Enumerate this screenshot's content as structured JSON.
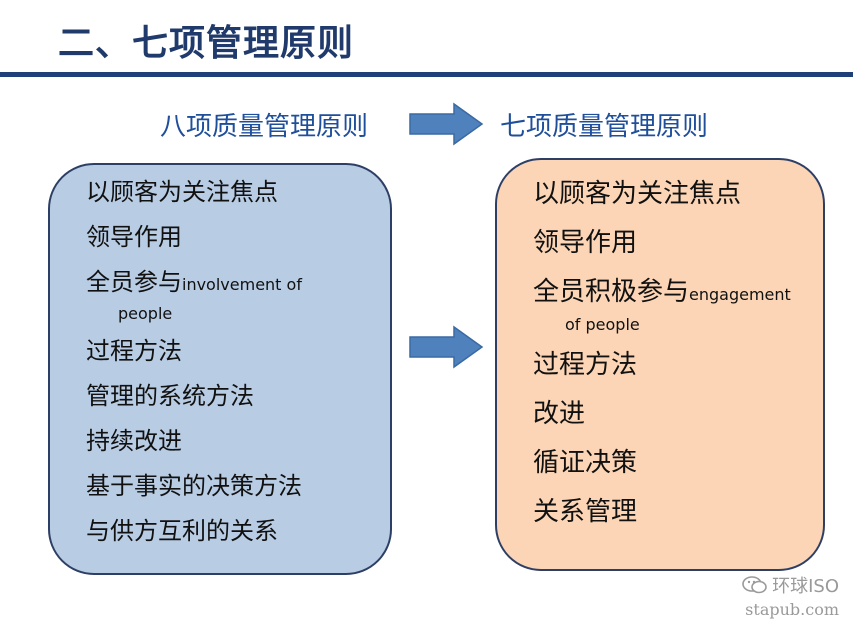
{
  "slide": {
    "title": "二、七项管理原则"
  },
  "header": {
    "left_label": "八项质量管理原则",
    "right_label": "七项质量管理原则"
  },
  "left_box": {
    "items": [
      "以顾客为关注焦点",
      "领导作用",
      "全员参与",
      "过程方法",
      "管理的系统方法",
      "持续改进",
      "基于事实的决策方法",
      "与供方互利的关系"
    ],
    "item3_en_inline": "involvement of",
    "item3_en_cont": "people"
  },
  "right_box": {
    "items": [
      "以顾客为关注焦点",
      "领导作用",
      "全员积极参与",
      "过程方法",
      "改进",
      "循证决策",
      "关系管理"
    ],
    "item3_en_inline": "engagement",
    "item3_en_cont": "of people"
  },
  "watermark": {
    "brand": "环球ISO",
    "site": "stapub.com",
    "icon": "wechat-icon"
  },
  "colors": {
    "title": "#1f3a6b",
    "rule": "#1f3f7a",
    "subhead": "#1f4e9b",
    "left_box_fill": "#b8cce4",
    "right_box_fill": "#fbd5b5",
    "arrow_fill": "#4f81bd"
  }
}
